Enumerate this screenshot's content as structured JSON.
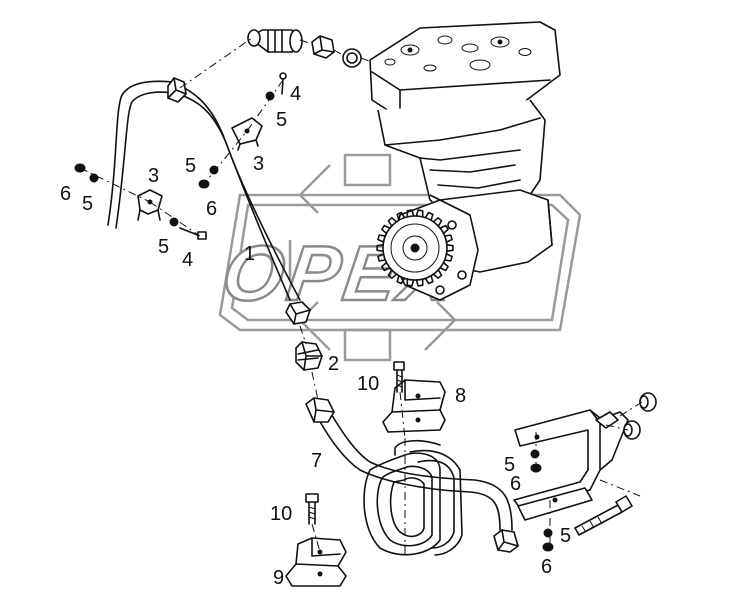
{
  "diagram": {
    "watermark": {
      "text": "OPEX"
    },
    "callouts": [
      {
        "id": "c1",
        "text": "1"
      },
      {
        "id": "c2",
        "text": "2"
      },
      {
        "id": "c3a",
        "text": "3"
      },
      {
        "id": "c3b",
        "text": "3"
      },
      {
        "id": "c4a",
        "text": "4"
      },
      {
        "id": "c4b",
        "text": "4"
      },
      {
        "id": "c5a",
        "text": "5"
      },
      {
        "id": "c5b",
        "text": "5"
      },
      {
        "id": "c5c",
        "text": "5"
      },
      {
        "id": "c5d",
        "text": "5"
      },
      {
        "id": "c5e",
        "text": "5"
      },
      {
        "id": "c5f",
        "text": "5"
      },
      {
        "id": "c6a",
        "text": "6"
      },
      {
        "id": "c6b",
        "text": "6"
      },
      {
        "id": "c6c",
        "text": "6"
      },
      {
        "id": "c6d",
        "text": "6"
      },
      {
        "id": "c7",
        "text": "7"
      },
      {
        "id": "c8",
        "text": "8"
      },
      {
        "id": "c9",
        "text": "9"
      },
      {
        "id": "c10a",
        "text": "10"
      },
      {
        "id": "c10b",
        "text": "10"
      }
    ]
  }
}
